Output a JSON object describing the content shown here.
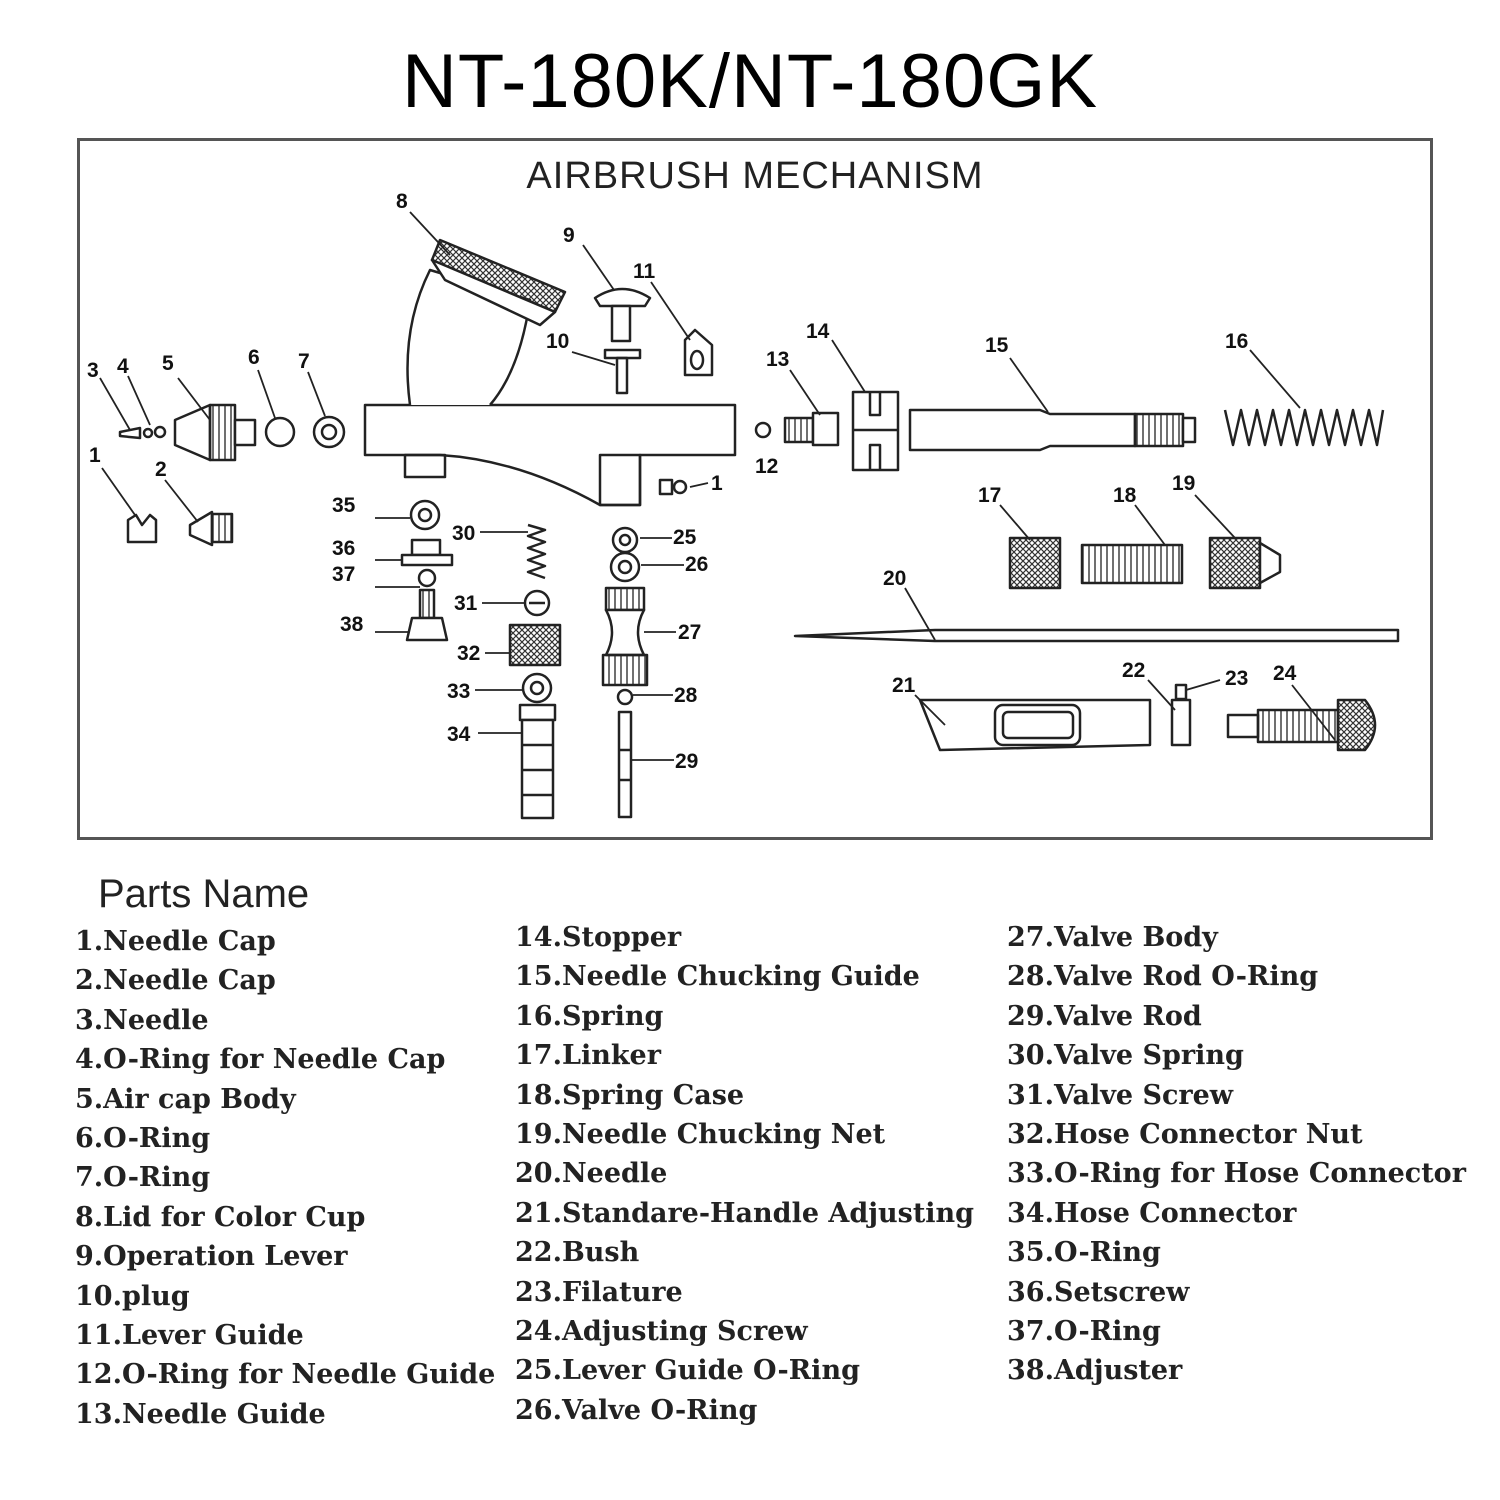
{
  "title": "NT-180K/NT-180GK",
  "diagram": {
    "title": "AIRBRUSH MECHANISM",
    "callouts": {
      "c1": "1",
      "c1b": "1",
      "c2": "2",
      "c3": "3",
      "c4": "4",
      "c5": "5",
      "c6": "6",
      "c7": "7",
      "c8": "8",
      "c9": "9",
      "c10": "10",
      "c11": "11",
      "c12": "12",
      "c13": "13",
      "c14": "14",
      "c15": "15",
      "c16": "16",
      "c17": "17",
      "c18": "18",
      "c19": "19",
      "c20": "20",
      "c21": "21",
      "c22": "22",
      "c23": "23",
      "c24": "24",
      "c25": "25",
      "c26": "26",
      "c27": "27",
      "c28": "28",
      "c29": "29",
      "c30": "30",
      "c31": "31",
      "c32": "32",
      "c33": "33",
      "c34": "34",
      "c35": "35",
      "c36": "36",
      "c37": "37",
      "c38": "38"
    }
  },
  "parts": {
    "heading": "Parts Name",
    "col1": [
      "1.Needle Cap",
      "2.Needle Cap",
      "3.Needle",
      "4.O-Ring for Needle Cap",
      "5.Air cap Body",
      "6.O-Ring",
      "7.O-Ring",
      "8.Lid for Color Cup",
      "9.Operation Lever",
      "10.plug",
      "11.Lever Guide",
      "12.O-Ring for Needle Guide",
      "13.Needle Guide"
    ],
    "col2": [
      "14.Stopper",
      "15.Needle Chucking Guide",
      "16.Spring",
      "17.Linker",
      "18.Spring Case",
      "19.Needle Chucking Net",
      "20.Needle",
      "21.Standare-Handle Adjusting",
      "22.Bush",
      "23.Filature",
      "24.Adjusting Screw",
      "25.Lever Guide O-Ring",
      "26.Valve O-Ring"
    ],
    "col3": [
      "27.Valve Body",
      "28.Valve Rod O-Ring",
      "29.Valve Rod",
      "30.Valve Spring",
      "31.Valve Screw",
      "32.Hose Connector Nut",
      "33.O-Ring for Hose Connector",
      "34.Hose Connector",
      "35.O-Ring",
      "36.Setscrew",
      "37.O-Ring",
      "38.Adjuster"
    ]
  }
}
